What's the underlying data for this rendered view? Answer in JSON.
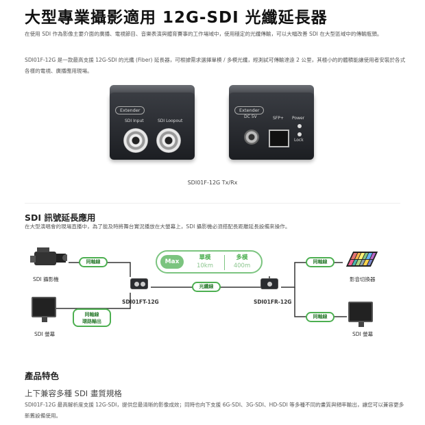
{
  "header": {
    "title": "大型專業攝影適用 12G-SDI 光纖延長器",
    "para1": "在使用 SDI 作為影像主要介面的廣播、電視節目、音樂表演與體育賽事的工作場域中，使用穩定的光纖傳輸，可以大幅改善 SDI 在大型區域中的傳輸瓶頸。",
    "para2": "SDI01F-12G 是一款最高支援 12G-SDI 的光纖 (Fiber) 延長器，可根據需求選擇單模 / 多模光纖，經測試可傳輸達遠 2 公里，其極小的的體積能讓使用者安裝於各式各樣的電視、廣播應用現場。"
  },
  "product": {
    "caption": "SDI01F-12G Tx/Rx",
    "tx": {
      "badge": "Extender",
      "port1": "SDI Input",
      "port2": "SDI Loopout"
    },
    "rx": {
      "badge": "Extender",
      "dc": "DC 5V",
      "sfp": "SFP+",
      "power": "Power",
      "lock": "Lock"
    }
  },
  "application": {
    "heading": "SDI 訊號延長應用",
    "desc": "在大型演唱會的現場直播中，為了能及時將舞台實況播放在大螢幕上，SDI 攝影機必須搭配長距離延長設備來操作。",
    "max": {
      "label": "Max",
      "single_title": "單模",
      "single_value": "10km",
      "multi_title": "多模",
      "multi_value": "400m"
    },
    "labels": {
      "camera": "SDI 攝影機",
      "monitor_left": "SDI 螢幕",
      "monitor_right": "SDI 螢幕",
      "switcher": "影音切換器",
      "tx": "SDI01FT-12G",
      "rx": "SDI01FR-12G"
    },
    "pills": {
      "coax1": "同軸線",
      "coax_loop_1": "同軸線",
      "coax_loop_2": "環路輸出",
      "fiber": "光纖線",
      "coax_r1": "同軸線",
      "coax_r2": "同軸線"
    }
  },
  "features": {
    "heading": "產品特色",
    "sub": "上下兼容多種 SDI 畫質規格",
    "desc": "SDI01F-12G 最高解析度支援 12G-SDI，提供您最清晰的影像成效；同時也向下支援 6G-SDI、3G-SDI、HD-SDI 等多種不同的畫質與頻率輸出，讓您可以兼容更多新舊設備使用。"
  },
  "colors": {
    "accent": "#4caf50",
    "line": "#333333"
  }
}
